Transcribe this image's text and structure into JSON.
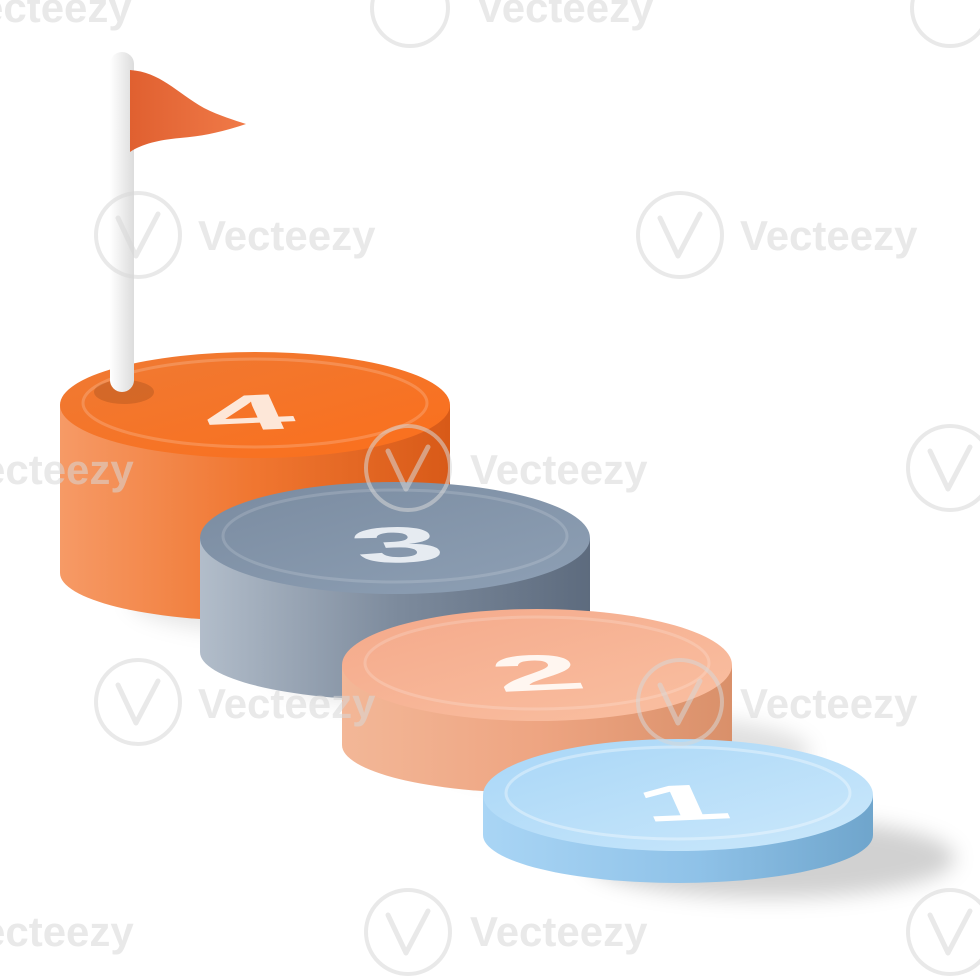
{
  "watermark": {
    "brand": "Vecteezy",
    "partial_left": "ecteezy",
    "partial_top": "Vecteezy"
  },
  "steps": [
    {
      "number": "1",
      "color_top": "#bfe2fb",
      "color_side_light": "#a9d5f5",
      "color_side_dark": "#6fa5cc"
    },
    {
      "number": "2",
      "color_top": "#f7b796",
      "color_side_light": "#f3b797",
      "color_side_dark": "#d9906a"
    },
    {
      "number": "3",
      "color_top": "#8496ab",
      "color_side_light": "#b2bdca",
      "color_side_dark": "#5d6b7e"
    },
    {
      "number": "4",
      "color_top": "#f97b2b",
      "color_side_light": "#f69a66",
      "color_side_dark": "#d85a18"
    }
  ],
  "flag": {
    "color": "#ea6a3c",
    "pole_color": "#f6f6f6",
    "icon": "flag-icon"
  }
}
